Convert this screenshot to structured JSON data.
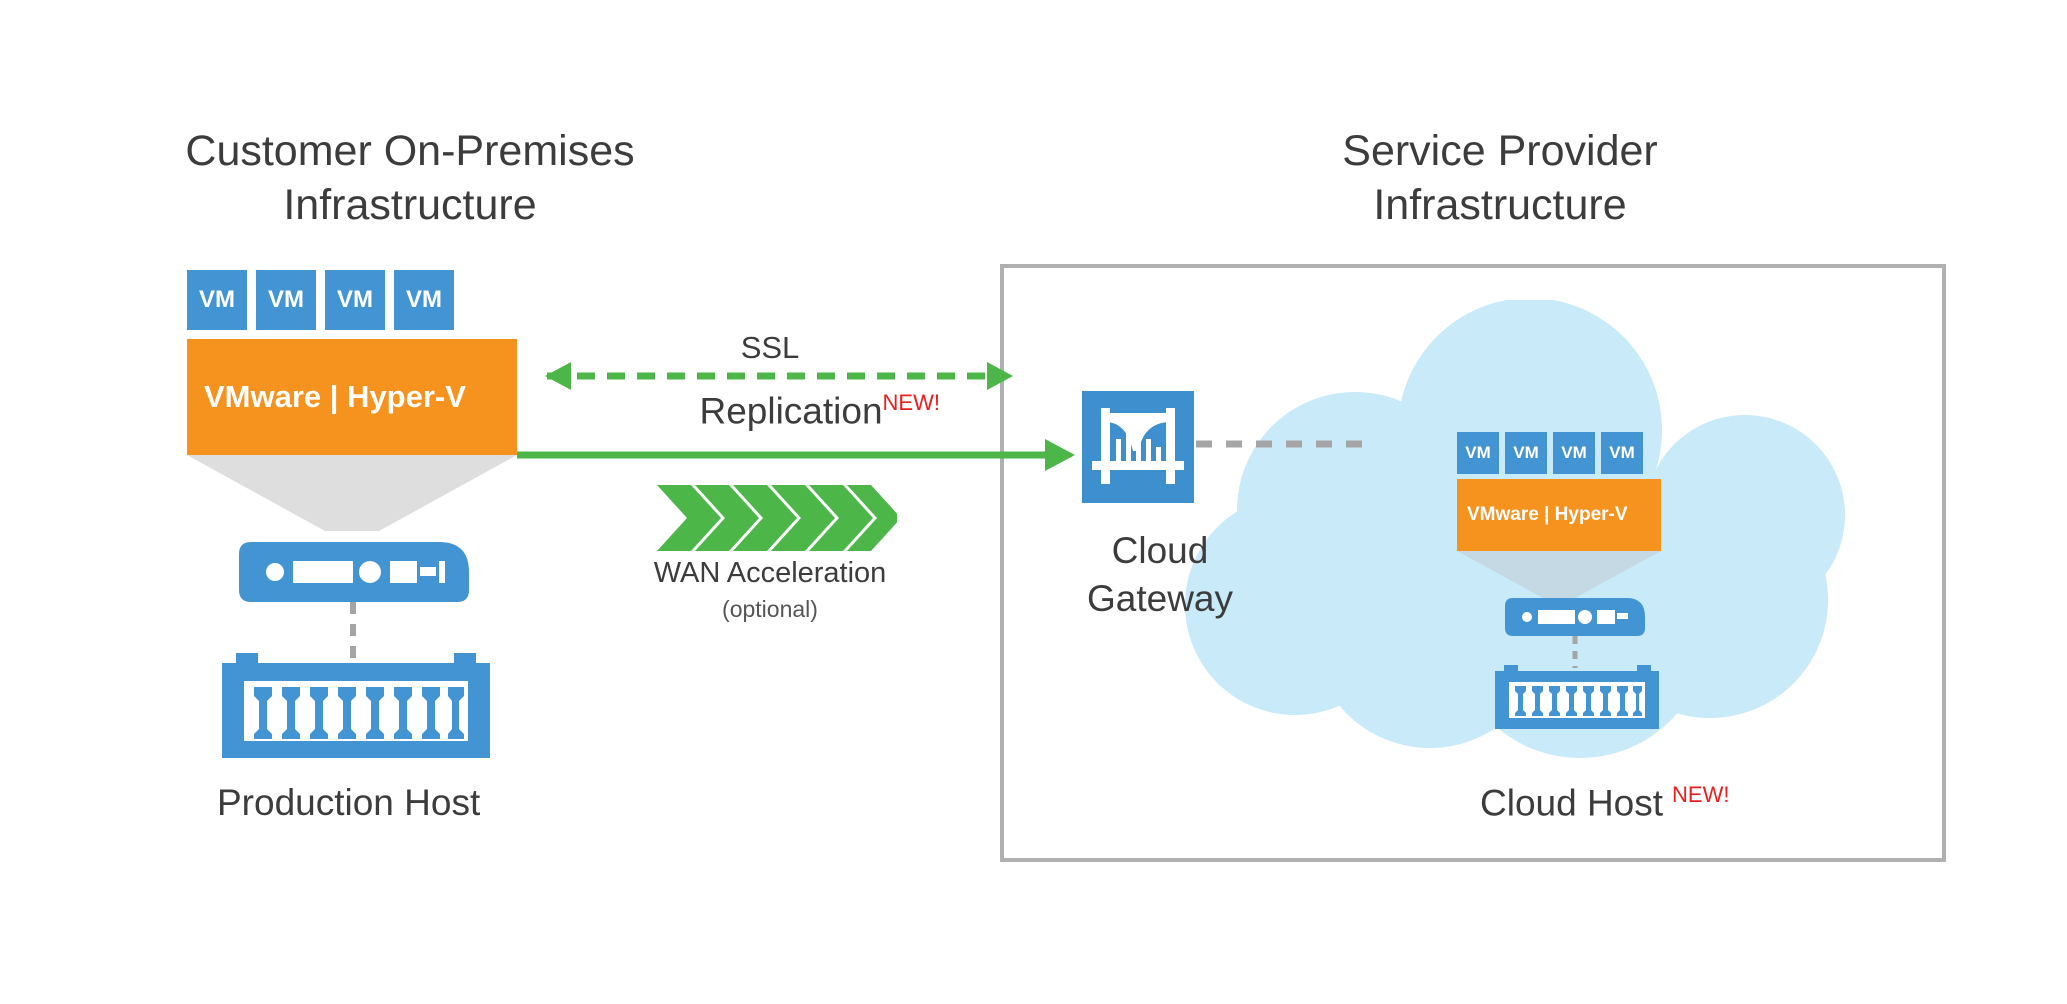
{
  "diagram": {
    "title_left": "Customer On-Premises\nInfrastructure",
    "title_right": "Service Provider\nInfrastructure"
  },
  "colors": {
    "vm_blue": "#4394d3",
    "hypervisor_orange": "#f6921e",
    "cloud_blue": "#c9eaf8",
    "accent_green": "#4cb649",
    "funnel_gray": "#dedede",
    "frame_gray": "#b0b0b0",
    "dash_gray": "#a5a5a5",
    "new_red": "#e8201f",
    "text_gray": "#3c3c3c"
  },
  "onprem_host": {
    "vms": [
      "VM",
      "VM",
      "VM",
      "VM"
    ],
    "hypervisor_label": "VMware | Hyper-V",
    "server_icon": "server-icon",
    "storage_icon": "storage-array-icon",
    "label": "Production Host"
  },
  "cloud_host": {
    "vms": [
      "VM",
      "VM",
      "VM",
      "VM"
    ],
    "hypervisor_label": "VMware | Hyper-V",
    "server_icon": "server-icon",
    "storage_icon": "storage-array-icon",
    "label": "Cloud Host",
    "badge": "NEW!"
  },
  "links": {
    "ssl_label": "SSL",
    "replication_label": "Replication",
    "replication_badge": "NEW!",
    "wan_label": "WAN Acceleration",
    "wan_sublabel": "(optional)",
    "wan_icon": "chevrons-right-icon",
    "ssl_arrow_icon": "dashed-double-arrow-icon",
    "replication_arrow_icon": "solid-arrow-right-icon",
    "gateway_to_cloud_icon": "dashed-line-icon"
  },
  "gateway": {
    "label": "Cloud\nGateway",
    "icon": "bridge-icon"
  }
}
